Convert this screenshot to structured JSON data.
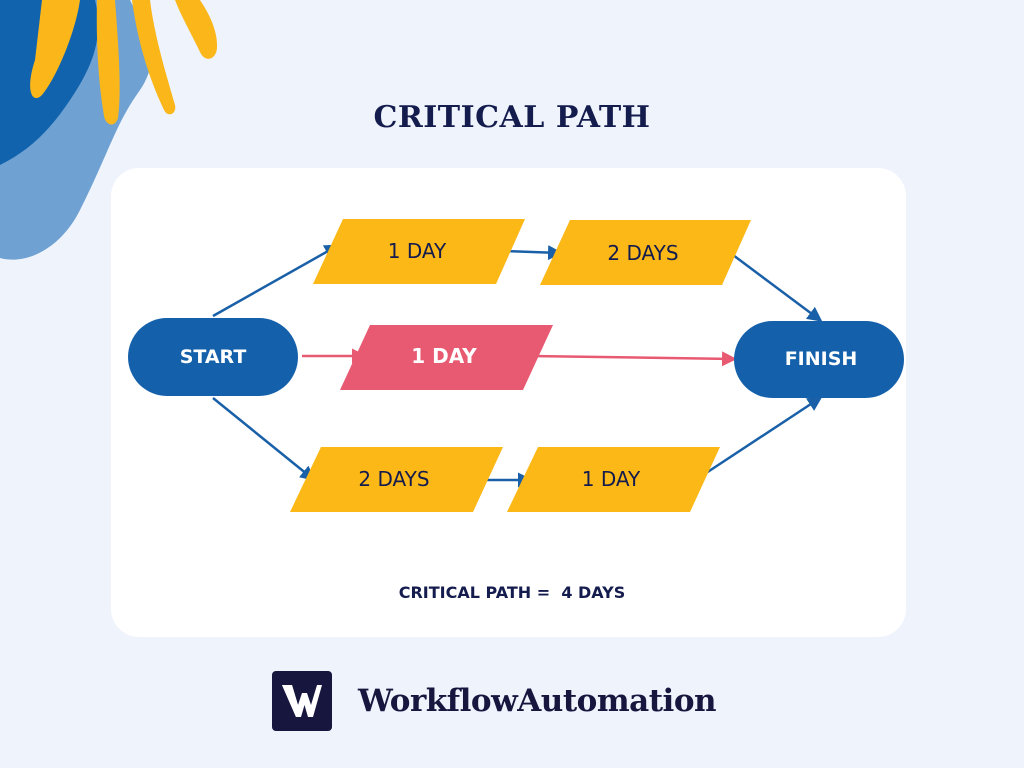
{
  "title": "CRITICAL PATH",
  "nodes": {
    "start": "START",
    "finish": "FINISH",
    "top_1": "1 DAY",
    "top_2": "2 DAYS",
    "middle_1": "1 DAY",
    "bottom_1": "2 DAYS",
    "bottom_2": "1 DAY"
  },
  "summary": "CRITICAL PATH =  4 DAYS",
  "brand": {
    "name": "WorkflowAutomation",
    "logo_icon": "workflow-w-logo-icon"
  },
  "colors": {
    "background": "#eef3fc",
    "card": "#ffffff",
    "title": "#141b4d",
    "pill": "#1560aa",
    "task": "#fcb817",
    "critical": "#e85a72",
    "arrow": "#1a60a8",
    "critical_arrow": "#e85a72",
    "logo_bg": "#16163f"
  }
}
